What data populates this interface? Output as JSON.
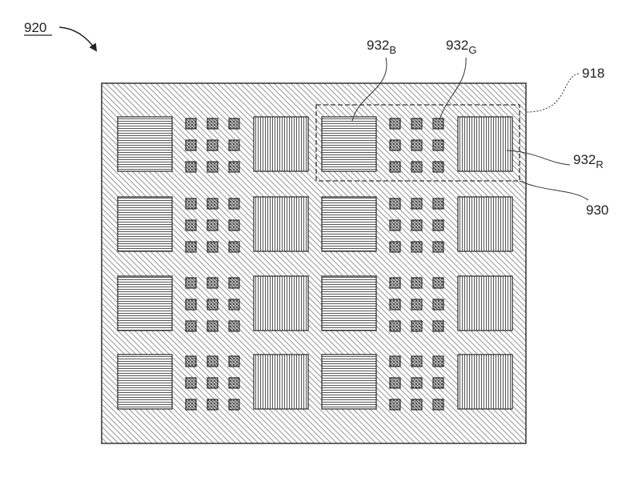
{
  "figure": {
    "reference_label": "920",
    "labels": {
      "blue_subpixel": {
        "base": "932",
        "sub": "B"
      },
      "green_subpixel": {
        "base": "932",
        "sub": "G"
      },
      "red_subpixel": {
        "base": "932",
        "sub": "R"
      },
      "substrate": "918",
      "pixel_group": "930"
    }
  },
  "layout_grid": {
    "rows": 4,
    "units_per_row": 2
  },
  "colors": {
    "stroke": "#333333",
    "background": "#ffffff",
    "substrate_hatch": "#8a8a8a",
    "blue_lines": "#444444",
    "red_lines": "#444444",
    "green_hatch": "#333333",
    "green_fill": "#cfcfcf"
  }
}
